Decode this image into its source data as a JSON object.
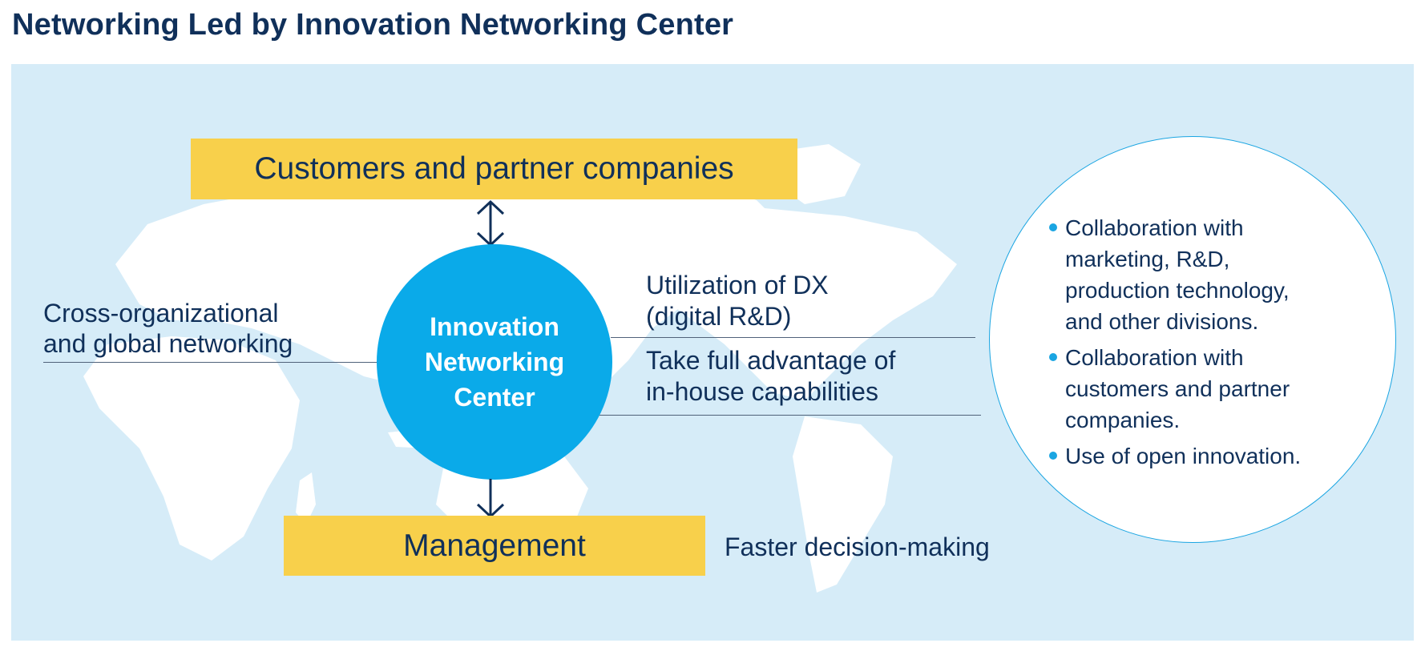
{
  "title": "Networking Led by Innovation Networking Center",
  "colors": {
    "background": "#d6ecf8",
    "map": "#ffffff",
    "accent_yellow": "#f8d04b",
    "hub_blue": "#0aaae9",
    "text_navy": "#10305a",
    "bullet_blue": "#1aa5e2"
  },
  "diagram": {
    "top_box": "Customers and partner companies",
    "bottom_box": "Management",
    "hub": {
      "line1": "Innovation",
      "line2": "Networking",
      "line3": "Center"
    },
    "left_label": {
      "line1": "Cross-organizational",
      "line2": "and global networking"
    },
    "right_label_1": {
      "line1": "Utilization of DX",
      "line2": "(digital R&D)"
    },
    "right_label_2": {
      "line1": "Take full advantage of",
      "line2": "in-house capabilities"
    },
    "bottom_label": "Faster decision-making",
    "arrows": {
      "top": "up-down-arrow-icon",
      "bottom": "down-arrow-icon"
    }
  },
  "bullets": [
    {
      "text": "Collaboration with\nmarketing, R&D,\nproduction technology,\nand other divisions."
    },
    {
      "text": "Collaboration with\ncustomers and partner\ncompanies."
    },
    {
      "text": "Use of open innovation."
    }
  ]
}
